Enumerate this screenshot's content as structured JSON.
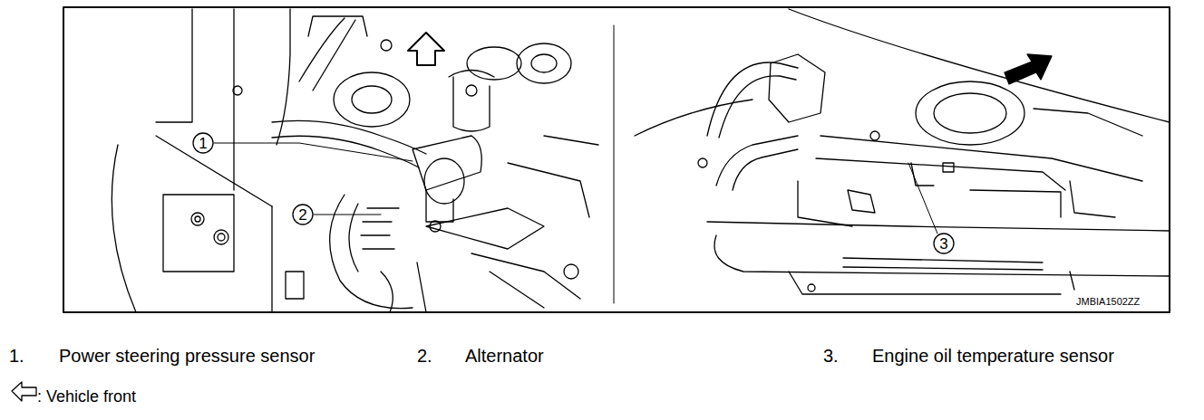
{
  "diagram": {
    "labels": [
      "1",
      "2",
      "3",
      "JMBIA1502ZZ",
      "1.",
      "Power steering pressure sensor",
      "2.",
      "Alternator",
      "3.",
      "Engine oil temperature sensor",
      ": Vehicle front"
    ]
  }
}
